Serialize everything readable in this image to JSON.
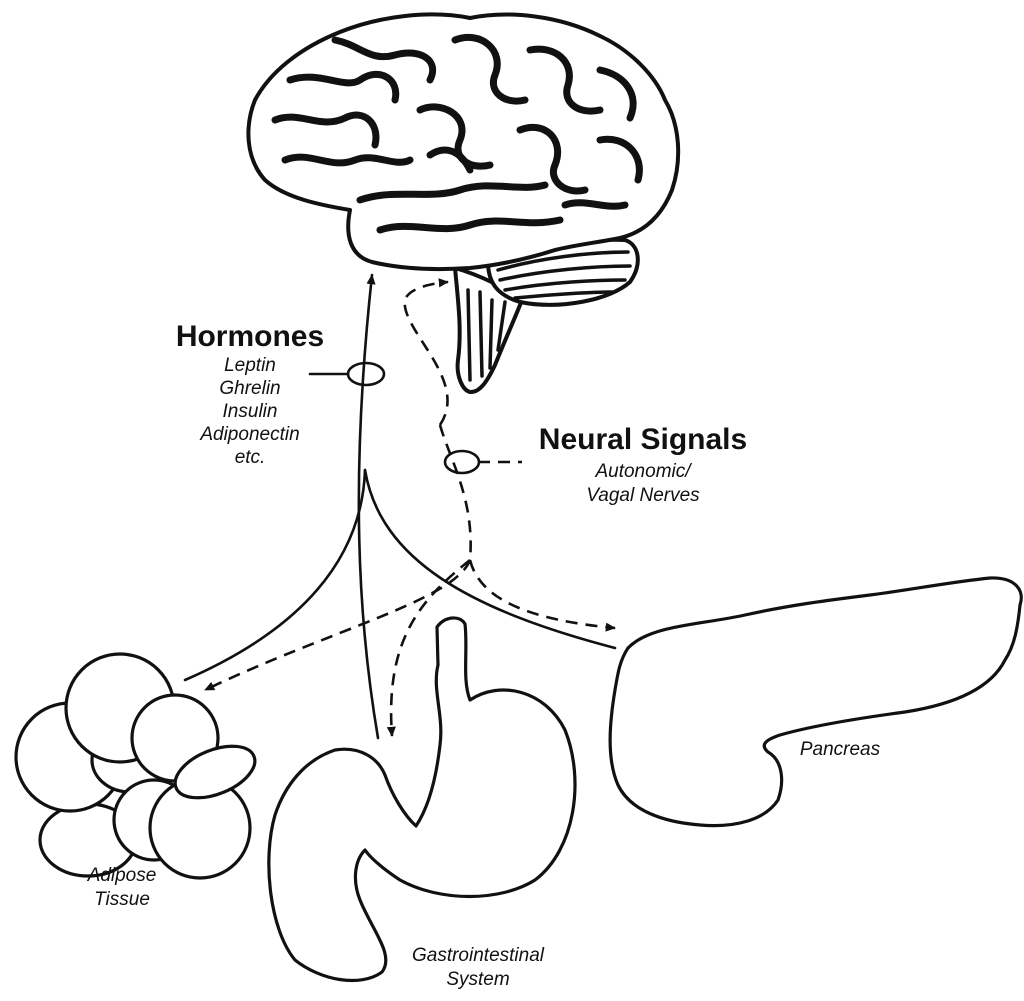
{
  "hormones": {
    "heading": "Hormones",
    "items": [
      "Leptin",
      "Ghrelin",
      "Insulin",
      "Adiponectin",
      "etc."
    ]
  },
  "neural": {
    "heading": "Neural Signals",
    "lines": [
      "Autonomic/",
      "Vagal Nerves"
    ]
  },
  "organs": {
    "adipose": [
      "Adipose",
      "Tissue"
    ],
    "gi": [
      "Gastrointestinal",
      "System"
    ],
    "pancreas": "Pancreas"
  },
  "colors": {
    "ink": "#111111",
    "background": "#ffffff"
  }
}
